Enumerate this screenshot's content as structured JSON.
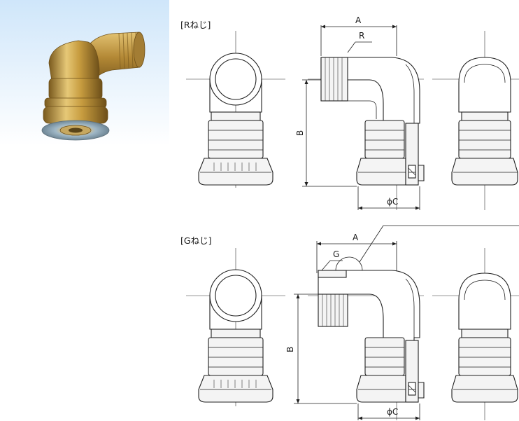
{
  "sections": [
    {
      "label": "[Rねじ]",
      "thread_label": "R"
    },
    {
      "label": "[Gねじ]",
      "thread_label": "G"
    }
  ],
  "dimensions": {
    "a": "A",
    "b": "B",
    "c": "ϕC"
  },
  "colors": {
    "line": "#1f1f1f",
    "photo_bg_top": "#d7ebfb",
    "brass": "#c9a24a"
  }
}
